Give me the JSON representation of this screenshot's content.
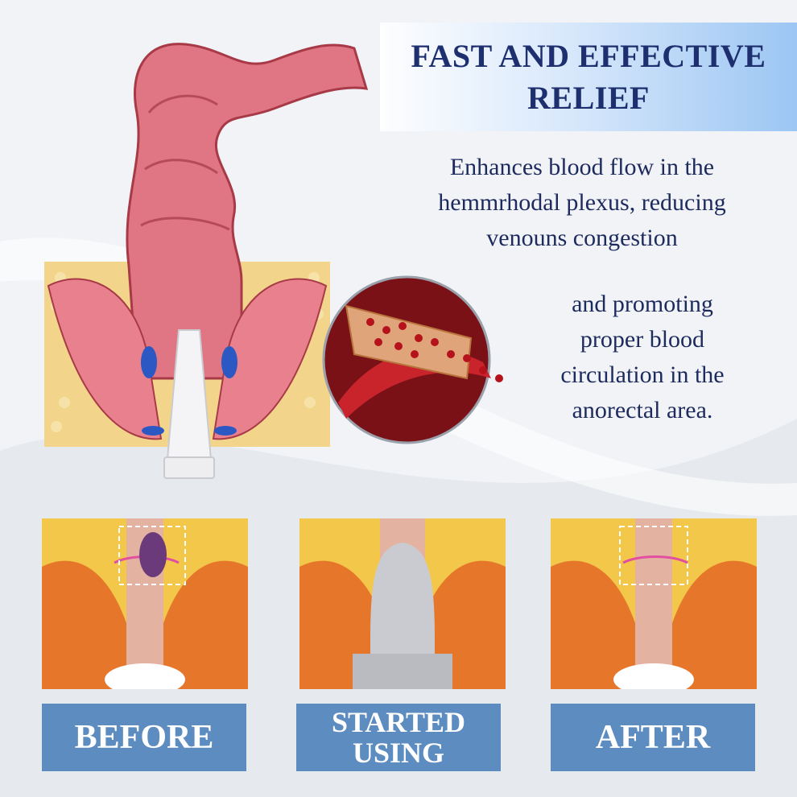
{
  "headline": {
    "line1": "FAST AND EFFECTIVE",
    "line2": "RELIEF"
  },
  "description_1": {
    "line1": "Enhances blood flow in the",
    "line2": "hemmrhodal plexus, reducing",
    "line3": "venouns congestion"
  },
  "description_2": {
    "line1": "and promoting",
    "line2": "proper blood",
    "line3": "circulation in the",
    "line4": "anorectal area."
  },
  "stages": {
    "before": "BEFORE",
    "started_line1": "STARTED",
    "started_line2": "USING",
    "after": "AFTER"
  },
  "colors": {
    "headline": "#1d2f6e",
    "label_box": "#5d8cc0",
    "fat_tissue": "#f3c84a",
    "muscle": "#e5762a",
    "colon": "#d9596a",
    "blood": "#b5121b"
  }
}
